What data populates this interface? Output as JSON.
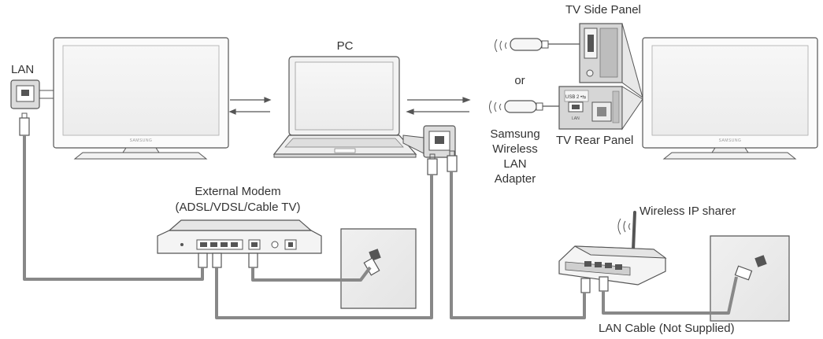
{
  "labels": {
    "lan": "LAN",
    "pc": "PC",
    "tv_side_panel": "TV Side Panel",
    "or": "or",
    "tv_rear_panel": "TV Rear Panel",
    "adapter_line1": "Samsung",
    "adapter_line2": "Wireless",
    "adapter_line3": "LAN",
    "adapter_line4": "Adapter",
    "modem_line1": "External Modem",
    "modem_line2": "(ADSL/VDSL/Cable TV)",
    "wireless_ip_sharer": "Wireless IP sharer",
    "lan_cable": "LAN Cable (Not Supplied)"
  },
  "brand": "SAMSUNG",
  "panel_text": {
    "usb": "USB 2 •⇆",
    "lan_port": "LAN"
  },
  "colors": {
    "cable": "#888888",
    "outline": "#555555",
    "device_fill": "#f4f4f4",
    "text": "#333333"
  }
}
